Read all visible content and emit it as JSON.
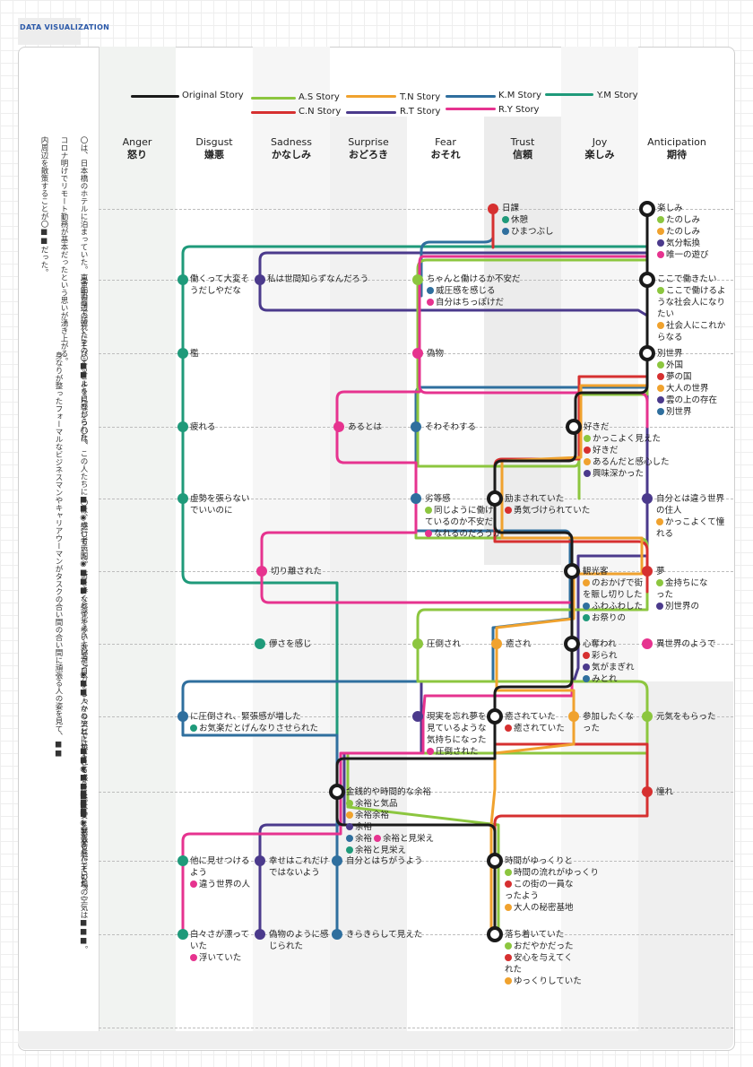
{
  "header": {
    "tag": "DATA VISUALIZATION"
  },
  "legend": [
    {
      "label": "Original Story",
      "color": "#1a1a1a"
    },
    {
      "label": "A.S Story",
      "color": "#8cc63f"
    },
    {
      "label": "T.N Story",
      "color": "#f0a22e"
    },
    {
      "label": "K.M Story",
      "color": "#2f6f9e"
    },
    {
      "label": "Y.M Story",
      "color": "#1f9a7a"
    },
    {
      "label": "C.N Story",
      "color": "#d63030"
    },
    {
      "label": "R.T Story",
      "color": "#4b3a8c"
    },
    {
      "label": "R.Y Story",
      "color": "#e6338f"
    }
  ],
  "columns": [
    {
      "en": "Anger",
      "jp": "怒り"
    },
    {
      "en": "Disgust",
      "jp": "嫌悪"
    },
    {
      "en": "Sadness",
      "jp": "かなしみ"
    },
    {
      "en": "Surprise",
      "jp": "おどろき"
    },
    {
      "en": "Fear",
      "jp": "おそれ"
    },
    {
      "en": "Trust",
      "jp": "信頼"
    },
    {
      "en": "Joy",
      "jp": "楽しみ"
    },
    {
      "en": "Anticipation",
      "jp": "期待"
    }
  ],
  "side_notes": [
    "〇は、日本橋のホテルに泊まっていた。東京駅周辺の遠くにそびえるビルを見ながら",
    "コロナ明けでリモート勤務が基本だったという思いが湧き上がる。",
    "内周辺を散策することが〇■■だった。",
    "学生の身で訪れたその〇■■ように感じられた。",
    "身なりが整ったフォーマルなビジネスマンやキャリアウーマンがタスクの合い間の合い間に頑張る人の姿を見て、■■",
    "〇は、この人たちに■■◉感じていた。",
    "〇は、歩行者天国◉■■■な感覚で歩いていた。",
    "街を歩くとイルミネーション◉■■人々の流れに包まれて■■た。",
    "就活で自分をしっかりアピールできるように、不安と緊張を感じていた。",
    "ここでは■■◉感じ■■■ことを楽しんでいた。",
    "■■■◉感じられ、",
    "その場の空気は■■■。"
  ],
  "nodes": {
    "row1": {
      "trust": {
        "main": "日課",
        "subs": [
          "休憩",
          "ひまつぶし"
        ]
      },
      "anticipation": {
        "main": "楽しみ",
        "subs": [
          "たのしみ",
          "たのしみ",
          "気分転換",
          "唯一の遊び"
        ]
      }
    },
    "row2": {
      "disgust": {
        "main": "働くって大変そうだしやだな"
      },
      "sadness": {
        "main": "私は世間知らずなんだろう"
      },
      "fear": {
        "main": "ちゃんと働けるか不安だ",
        "subs": [
          "威圧感を感じる",
          "自分はちっぽけだ"
        ]
      },
      "anticipation": {
        "main": "ここで働きたい",
        "subs": [
          "ここで働けるような社会人になりたい",
          "社会人にこれからなる"
        ]
      }
    },
    "row3": {
      "disgust": {
        "main": "檻"
      },
      "fear": {
        "main": "偽物"
      },
      "anticipation": {
        "main": "別世界",
        "subs": [
          "外国",
          "夢の国",
          "大人の世界",
          "雲の上の存在",
          "別世界"
        ]
      }
    },
    "row4": {
      "disgust": {
        "main": "疲れる"
      },
      "surprise": {
        "main": "あるとは"
      },
      "fear": {
        "main": "そわそわする"
      },
      "joy": {
        "main": "好きだ",
        "subs": [
          "かっこよく見えた",
          "好きだ",
          "あるんだと感心した",
          "興味深かった"
        ]
      }
    },
    "row5": {
      "disgust": {
        "main": "虚勢を張らないでいいのに"
      },
      "fear": {
        "main": "劣等感",
        "subs": [
          "同じように働けているのか不安だ",
          "なれるのだろうか"
        ]
      },
      "trust": {
        "main": "励まされていた",
        "subs": [
          "勇気づけられていた"
        ]
      },
      "anticipation": {
        "main": "自分とは違う世界の住人",
        "subs": [
          "かっこよくて憧れる"
        ]
      }
    },
    "row6": {
      "sadness": {
        "main": "切り離された"
      },
      "joy": {
        "main": "観光客",
        "subs": [
          "のおかげで街を賑し切りした",
          "ふわふわした",
          "お祭りの"
        ]
      },
      "anticipation": {
        "main": "夢",
        "subs": [
          "金持ちになった",
          "別世界の"
        ]
      }
    },
    "row7": {
      "sadness": {
        "main": "儚さを感じ"
      },
      "fear": {
        "main": "圧倒され"
      },
      "trust": {
        "main": "癒され"
      },
      "joy": {
        "main": "心奪われ",
        "subs": [
          "彩られ",
          "気がまぎれ",
          "みとれ"
        ]
      },
      "anticipation": {
        "main": "異世界のようで"
      }
    },
    "row8": {
      "disgust": {
        "main": "に圧倒され、緊張感が増した",
        "subs": [
          "お気楽だとげんなりさせられた"
        ]
      },
      "fear": {
        "main": "現実を忘れ夢を見ているような気持ちになった",
        "subs": [
          "圧倒された"
        ]
      },
      "trust": {
        "main": "癒されていた",
        "subs": [
          "癒されていた"
        ]
      },
      "joy": {
        "main": "参加したくなった"
      },
      "anticipation": {
        "main": "元気をもらった"
      }
    },
    "row9": {
      "surprise": {
        "main": "金銭的や時間的な余裕",
        "subs": [
          "余裕と気品",
          "余裕余裕",
          "余裕",
          "余裕",
          "余裕と見栄え"
        ]
      },
      "anticipation": {
        "main": "憧れ"
      }
    },
    "row10": {
      "disgust": {
        "main": "他に見せつけるよう",
        "subs": [
          "違う世界の人"
        ]
      },
      "sadness": {
        "main": "幸せはこれだけではないよう"
      },
      "surprise": {
        "main": "自分とはちがうよう"
      },
      "trust": {
        "main": "時間がゆっくりと",
        "subs": [
          "時間の流れがゆっくり",
          "この街の一員なったよう",
          "大人の秘密基地"
        ]
      }
    },
    "row11": {
      "disgust": {
        "main": "白々さが漂っていた",
        "subs": [
          "浮いていた"
        ]
      },
      "sadness": {
        "main": "偽物のように感じられた"
      },
      "surprise": {
        "main": "きらきらして見えた"
      },
      "trust": {
        "main": "落ち着いていた",
        "subs": [
          "おだやかだった",
          "安心を与えてくれた",
          "ゆっくりしていた"
        ]
      }
    }
  }
}
